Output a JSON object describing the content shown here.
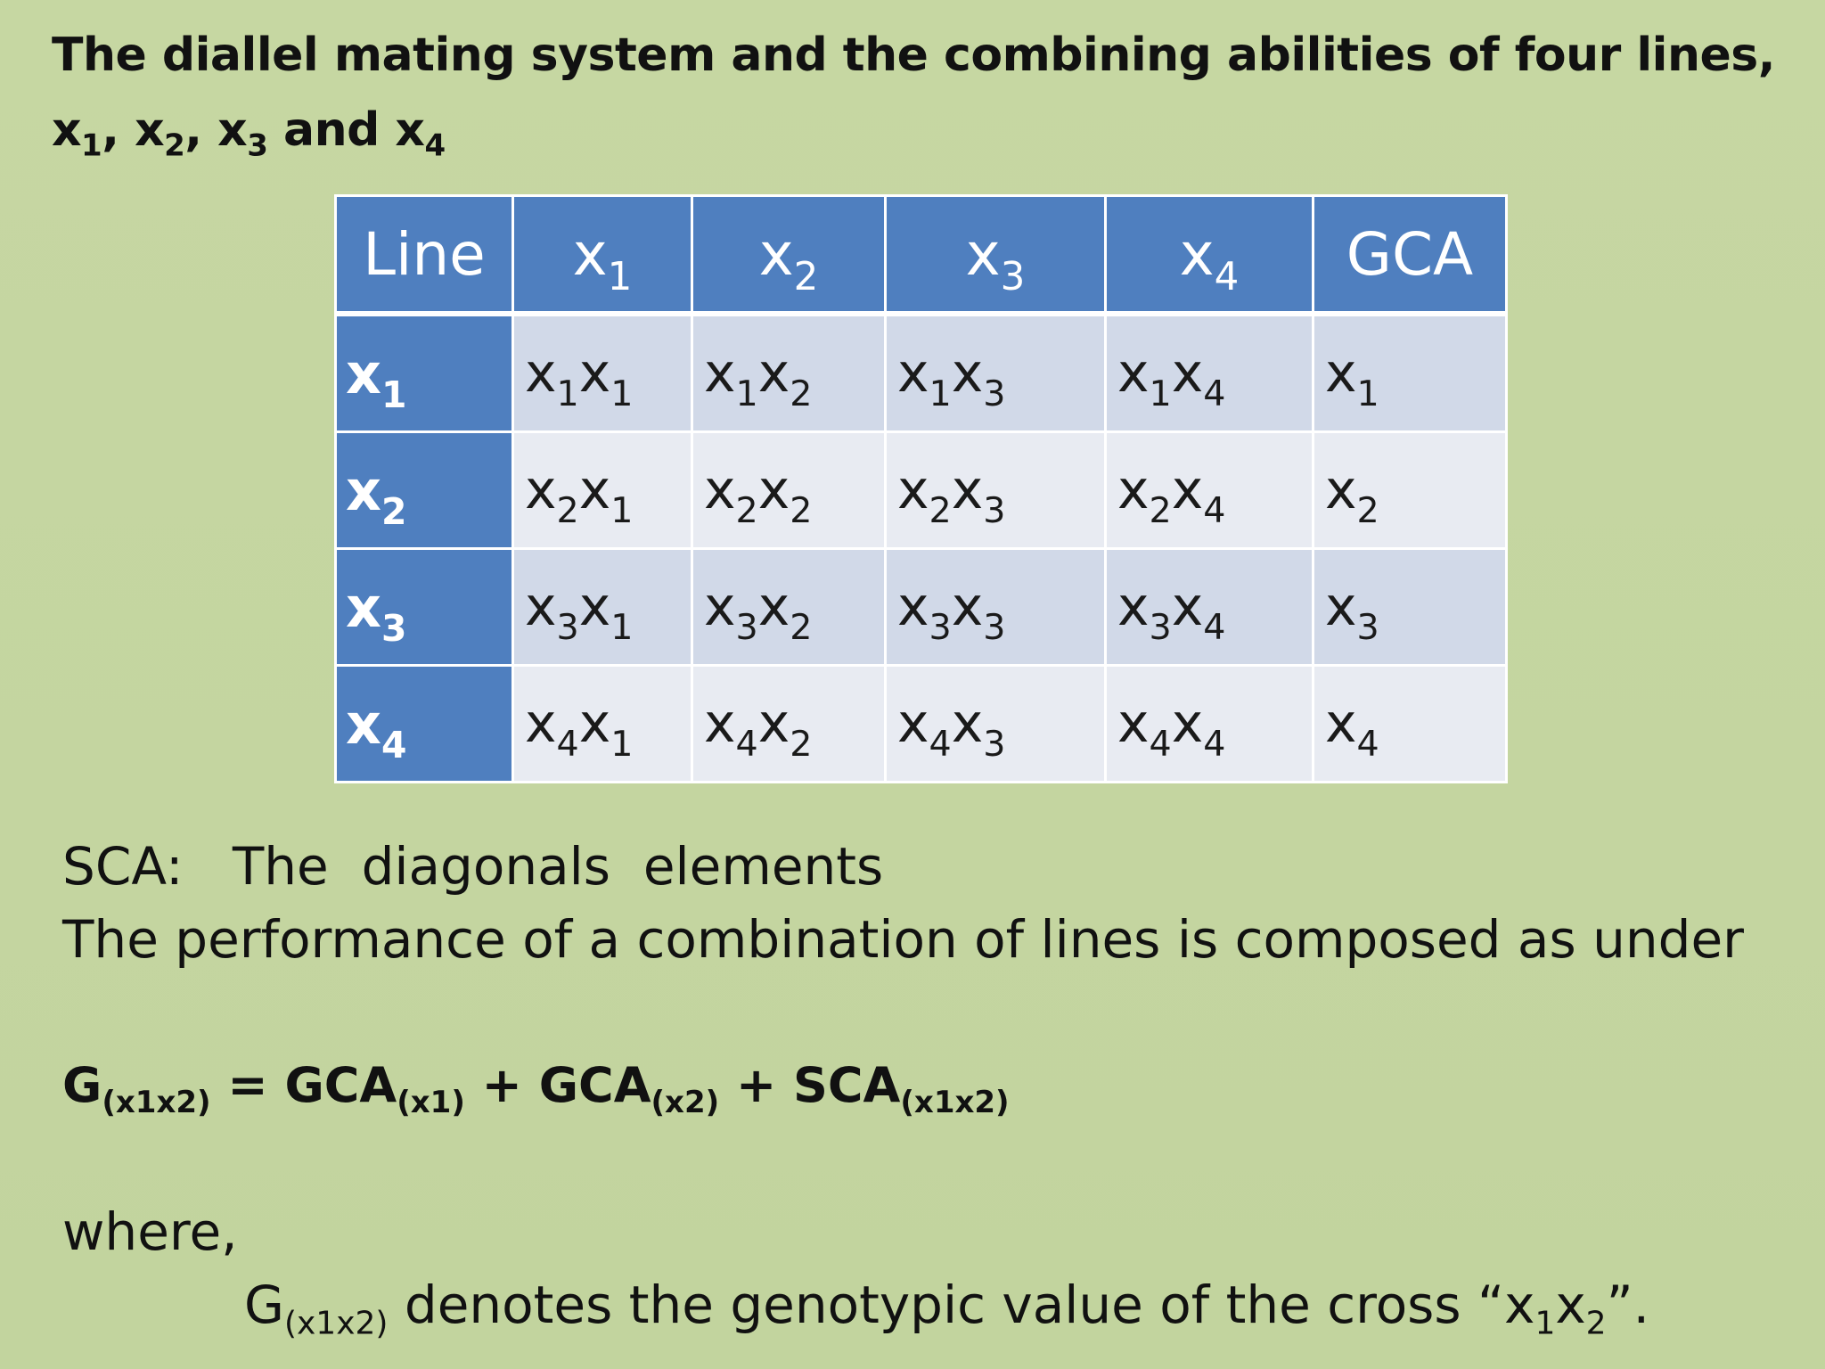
{
  "title": {
    "line1": "The diallel mating system and the combining abilities of four lines,",
    "line2": {
      "parts": [
        {
          "base": "x",
          "sub": "1",
          "after": ", "
        },
        {
          "base": "x",
          "sub": "2",
          "after": ", "
        },
        {
          "base": "x",
          "sub": "3",
          "after": " and "
        },
        {
          "base": "x",
          "sub": "4",
          "after": ""
        }
      ]
    }
  },
  "table": {
    "header": {
      "line": "Line",
      "cols": [
        {
          "base": "x",
          "sub": "1"
        },
        {
          "base": "x",
          "sub": "2"
        },
        {
          "base": "x",
          "sub": "3"
        },
        {
          "base": "x",
          "sub": "4"
        }
      ],
      "gca": "GCA"
    },
    "rows": [
      {
        "label": {
          "base": "x",
          "sub": "1"
        },
        "cells": [
          {
            "a": "x",
            "as": "1",
            "b": "x",
            "bs": "1"
          },
          {
            "a": "x",
            "as": "1",
            "b": "x",
            "bs": "2"
          },
          {
            "a": "x",
            "as": "1",
            "b": "x",
            "bs": "3"
          },
          {
            "a": "x",
            "as": "1",
            "b": "x",
            "bs": "4"
          }
        ],
        "gca": {
          "base": "x",
          "sub": "1"
        }
      },
      {
        "label": {
          "base": "x",
          "sub": "2"
        },
        "cells": [
          {
            "a": "x",
            "as": "2",
            "b": "x",
            "bs": "1"
          },
          {
            "a": "x",
            "as": "2",
            "b": "x",
            "bs": "2"
          },
          {
            "a": "x",
            "as": "2",
            "b": "x",
            "bs": "3"
          },
          {
            "a": "x",
            "as": "2",
            "b": "x",
            "bs": "4"
          }
        ],
        "gca": {
          "base": "x",
          "sub": "2"
        }
      },
      {
        "label": {
          "base": "x",
          "sub": "3"
        },
        "cells": [
          {
            "a": "x",
            "as": "3",
            "b": "x",
            "bs": "1"
          },
          {
            "a": "x",
            "as": "3",
            "b": "x",
            "bs": "2"
          },
          {
            "a": "x",
            "as": "3",
            "b": "x",
            "bs": "3"
          },
          {
            "a": "x",
            "as": "3",
            "b": "x",
            "bs": "4"
          }
        ],
        "gca": {
          "base": "x",
          "sub": "3"
        }
      },
      {
        "label": {
          "base": "x",
          "sub": "4"
        },
        "cells": [
          {
            "a": "x",
            "as": "4",
            "b": "x",
            "bs": "1"
          },
          {
            "a": "x",
            "as": "4",
            "b": "x",
            "bs": "2"
          },
          {
            "a": "x",
            "as": "4",
            "b": "x",
            "bs": "3"
          },
          {
            "a": "x",
            "as": "4",
            "b": "x",
            "bs": "4"
          }
        ],
        "gca": {
          "base": "x",
          "sub": "4"
        }
      }
    ]
  },
  "sca": {
    "label": "SCA:",
    "text": "The  diagonals  elements"
  },
  "performance_text": "The performance of a combination of lines is composed as under",
  "formula": {
    "g": "G",
    "g_sub": "(x1x2)",
    "eq": " = ",
    "gca1": "GCA",
    "gca1_sub": "(x1)",
    "plus1": " + ",
    "gca2": "GCA",
    "gca2_sub": "(x2)",
    "plus2": " + ",
    "sca": "SCA",
    "sca_sub": "(x1x2)"
  },
  "where": "where,",
  "denotes": {
    "g": "G",
    "g_sub": "(x1x2)",
    "text": " denotes the genotypic value of the cross “",
    "x1": "x",
    "x1_sub": "1",
    "x2": "x",
    "x2_sub": "2",
    "end": "”."
  },
  "colors": {
    "background": "#c4d5a0",
    "header_blue": "#4f7fbf",
    "row_odd": "#d1d9e8",
    "row_even": "#e8ebf2"
  }
}
